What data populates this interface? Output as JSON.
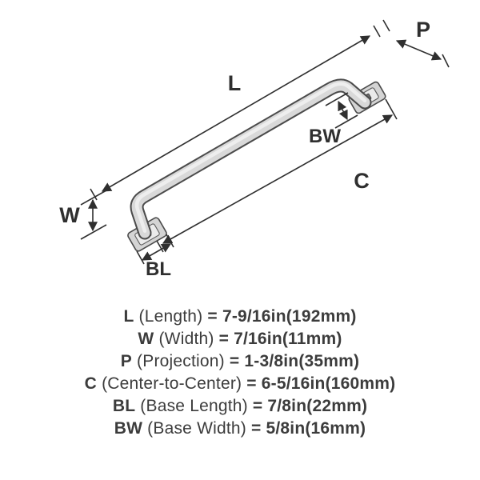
{
  "diagram": {
    "dim_labels": {
      "L": "L",
      "P": "P",
      "BW": "BW",
      "C": "C",
      "W": "W",
      "BL": "BL"
    },
    "colors": {
      "line": "#2f2f2f",
      "handle_outline": "#4b4b4b",
      "handle_fill": "#d9d9d9",
      "base_fill": "#d4d4d4",
      "background": "#ffffff"
    }
  },
  "specs": [
    {
      "abbr": "L",
      "desc": "(Length)",
      "eq": "=",
      "value": "7-9/16in(192mm)"
    },
    {
      "abbr": "W",
      "desc": "(Width)",
      "eq": "=",
      "value": "7/16in(11mm)"
    },
    {
      "abbr": "P",
      "desc": "(Projection)",
      "eq": "=",
      "value": "1-3/8in(35mm)"
    },
    {
      "abbr": "C",
      "desc": "(Center-to-Center)",
      "eq": "=",
      "value": "6-5/16in(160mm)"
    },
    {
      "abbr": "BL",
      "desc": "(Base Length)",
      "eq": "=",
      "value": "7/8in(22mm)"
    },
    {
      "abbr": "BW",
      "desc": "(Base Width)",
      "eq": "=",
      "value": "5/8in(16mm)"
    }
  ]
}
